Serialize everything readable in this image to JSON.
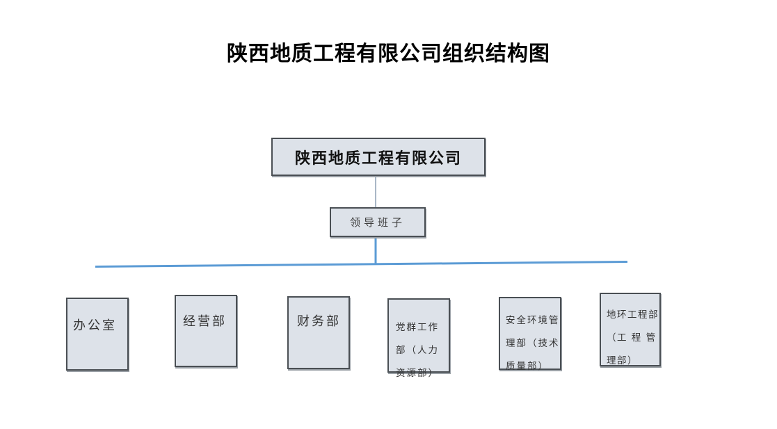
{
  "title": "陕西地质工程有限公司组织结构图",
  "root": {
    "label": "陕西地质工程有限公司"
  },
  "leadership": {
    "label": "领导班子"
  },
  "departments": [
    {
      "name": "办公室",
      "lines": [
        "办公室"
      ]
    },
    {
      "name": "经营部",
      "lines": [
        "经营部"
      ]
    },
    {
      "name": "财务部",
      "lines": [
        "财务部"
      ]
    },
    {
      "name": "党群工作部（人力资源部）",
      "lines": [
        "党群工作",
        "部（人力",
        "资源部）"
      ]
    },
    {
      "name": "安全环境管理部（技术质量部）",
      "lines": [
        "安全环境管",
        "理部（技术",
        "质量部）"
      ]
    },
    {
      "name": "地环工程部（工程管理部）",
      "lines": [
        "地环工程部",
        "（工 程 管",
        "理部）"
      ]
    }
  ],
  "colors": {
    "box_fill": "#dde2e9",
    "box_border": "#4a4f54",
    "connector_gray": "#a9b7c6",
    "connector_blue": "#5b9bd5",
    "title_text": "#000000"
  }
}
